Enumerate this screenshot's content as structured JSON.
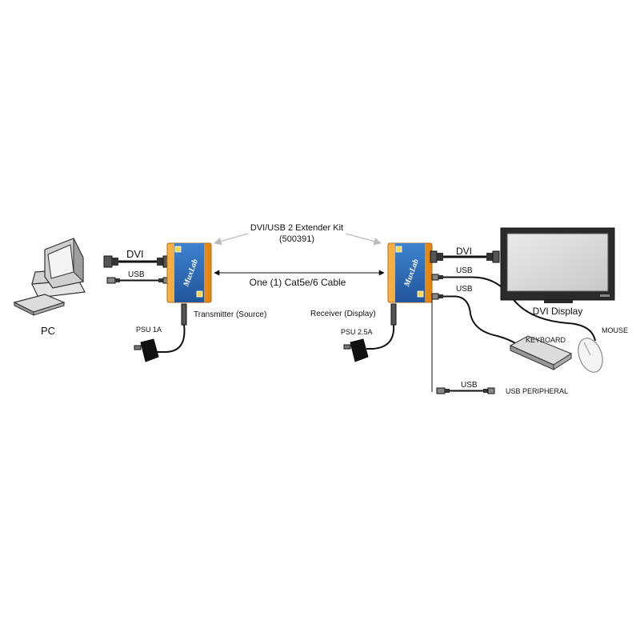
{
  "kit": {
    "title": "DVI/USB 2 Extender Kit",
    "part": "(500391)"
  },
  "brand": "MuxLab",
  "labels": {
    "pc": "PC",
    "tx_dvi": "DVI",
    "tx_usb": "USB",
    "transmitter": "Transmitter (Source)",
    "psu_tx": "PSU 1A",
    "cable": "One (1) Cat5e/6 Cable",
    "receiver": "Receiver (Display)",
    "psu_rx": "PSU 2.5A",
    "rx_dvi": "DVI",
    "rx_usb_1": "USB",
    "rx_usb_2": "USB",
    "display": "DVI Display",
    "mouse": "MOUSE",
    "keyboard": "KEYBOARD",
    "periph_usb": "USB",
    "periph": "USB PERIPHERAL"
  },
  "colors": {
    "device_body": "#f39a1e",
    "device_panel": "#2f6db5",
    "device_outline": "#b86a10",
    "cable": "#111111",
    "screen": "#d9d9d9",
    "monitor_frame": "#2a2a2a"
  }
}
